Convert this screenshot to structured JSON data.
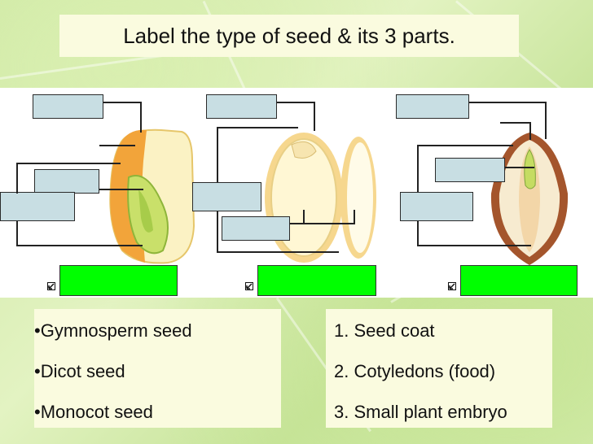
{
  "title": "Label the type of seed & its 3 parts.",
  "seed_types": {
    "items": [
      "Gymnosperm seed",
      "Dicot seed",
      "Monocot seed"
    ]
  },
  "seed_parts": {
    "items": [
      "Seed coat",
      "Cotyledons (food)",
      "Small plant embryo"
    ]
  },
  "colors": {
    "label_box": "#c8dee3",
    "answer_box": "#00ff00",
    "text_box_bg": "#fafbdf"
  }
}
